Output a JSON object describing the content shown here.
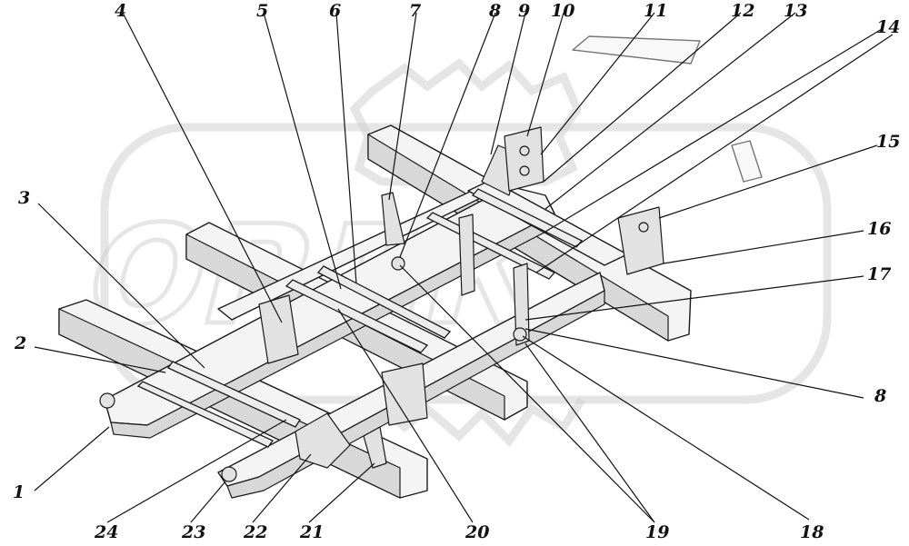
{
  "watermark": {
    "text": "ОРДК"
  },
  "callouts": [
    {
      "id": "1",
      "text": "1"
    },
    {
      "id": "2",
      "text": "2"
    },
    {
      "id": "3",
      "text": "3"
    },
    {
      "id": "4",
      "text": "4"
    },
    {
      "id": "5",
      "text": "5"
    },
    {
      "id": "6",
      "text": "6"
    },
    {
      "id": "7",
      "text": "7"
    },
    {
      "id": "8a",
      "text": "8"
    },
    {
      "id": "8b",
      "text": "8"
    },
    {
      "id": "9",
      "text": "9"
    },
    {
      "id": "10",
      "text": "10"
    },
    {
      "id": "11",
      "text": "11"
    },
    {
      "id": "12",
      "text": "12"
    },
    {
      "id": "13",
      "text": "13"
    },
    {
      "id": "14",
      "text": "14"
    },
    {
      "id": "15",
      "text": "15"
    },
    {
      "id": "16",
      "text": "16"
    },
    {
      "id": "17",
      "text": "17"
    },
    {
      "id": "18",
      "text": "18"
    },
    {
      "id": "19",
      "text": "19"
    },
    {
      "id": "20",
      "text": "20"
    },
    {
      "id": "21",
      "text": "21"
    },
    {
      "id": "22",
      "text": "22"
    },
    {
      "id": "23",
      "text": "23"
    },
    {
      "id": "24",
      "text": "24"
    }
  ]
}
